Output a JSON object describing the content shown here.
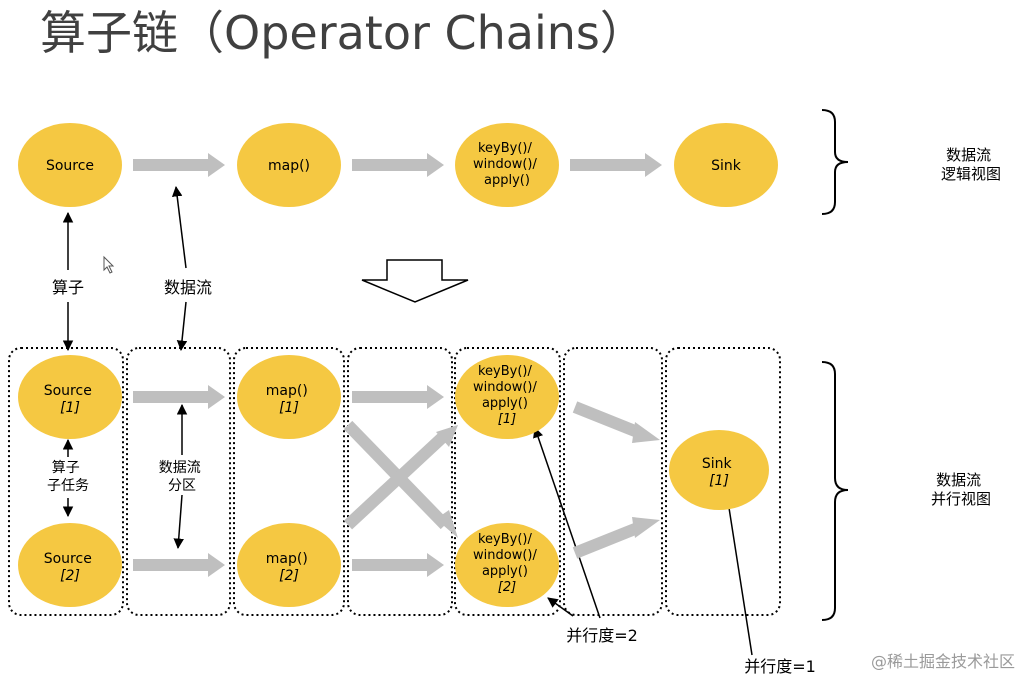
{
  "title": "算子链（Operator Chains）",
  "colors": {
    "node_fill": "#F5C842",
    "arrow_gray": "#BFBFBF",
    "title_text": "#404040"
  },
  "logical_view": {
    "nodes": [
      [
        "Source"
      ],
      [
        "map()"
      ],
      [
        "keyBy()/",
        "window()/",
        "apply()"
      ],
      [
        "Sink"
      ]
    ],
    "label": [
      "数据流",
      "逻辑视图"
    ]
  },
  "annotations": {
    "operator": "算子",
    "dataflow": "数据流",
    "subtask": [
      "算子",
      "子任务"
    ],
    "partition": [
      "数据流",
      "分区"
    ],
    "parallelism_2": "并行度=2",
    "parallelism_1": "并行度=1"
  },
  "parallel_view": {
    "source_1": [
      "Source",
      "[1]"
    ],
    "source_2": [
      "Source",
      "[2]"
    ],
    "map_1": [
      "map()",
      "[1]"
    ],
    "map_2": [
      "map()",
      "[2]"
    ],
    "keyby_1": [
      "keyBy()/",
      "window()/",
      "apply()",
      "[1]"
    ],
    "keyby_2": [
      "keyBy()/",
      "window()/",
      "apply()",
      "[2]"
    ],
    "sink_1": [
      "Sink",
      "[1]"
    ],
    "label": [
      "数据流",
      "并行视图"
    ]
  },
  "watermark": "@稀土掘金技术社区"
}
